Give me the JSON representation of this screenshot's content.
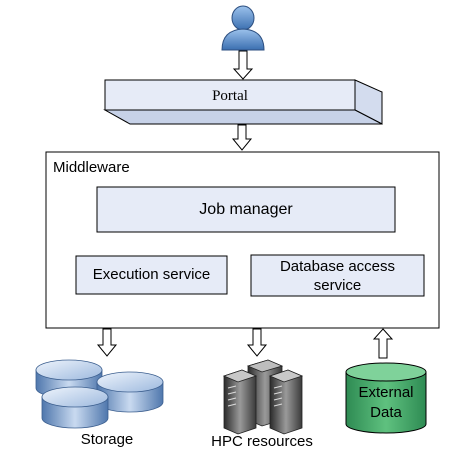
{
  "diagram": {
    "portal_label": "Portal",
    "middleware_label": "Middleware",
    "job_manager_label": "Job manager",
    "execution_service_label": "Execution service",
    "database_access_label_line1": "Database access",
    "database_access_label_line2": "service",
    "storage_label": "Storage",
    "hpc_label": "HPC resources",
    "external_data_line1": "External",
    "external_data_line2": "Data"
  },
  "colors": {
    "box_fill": "#e6ebf7",
    "line": "#000000",
    "user_icon": "#5d8fc9",
    "storage_disk": "#8eaed6",
    "server": "#6f6f6f",
    "external_data_fill": "#3ea565"
  },
  "icons": {
    "user": "person-icon",
    "storage": "database-disks-icon",
    "hpc": "server-rack-icon",
    "external": "cylinder-icon"
  }
}
